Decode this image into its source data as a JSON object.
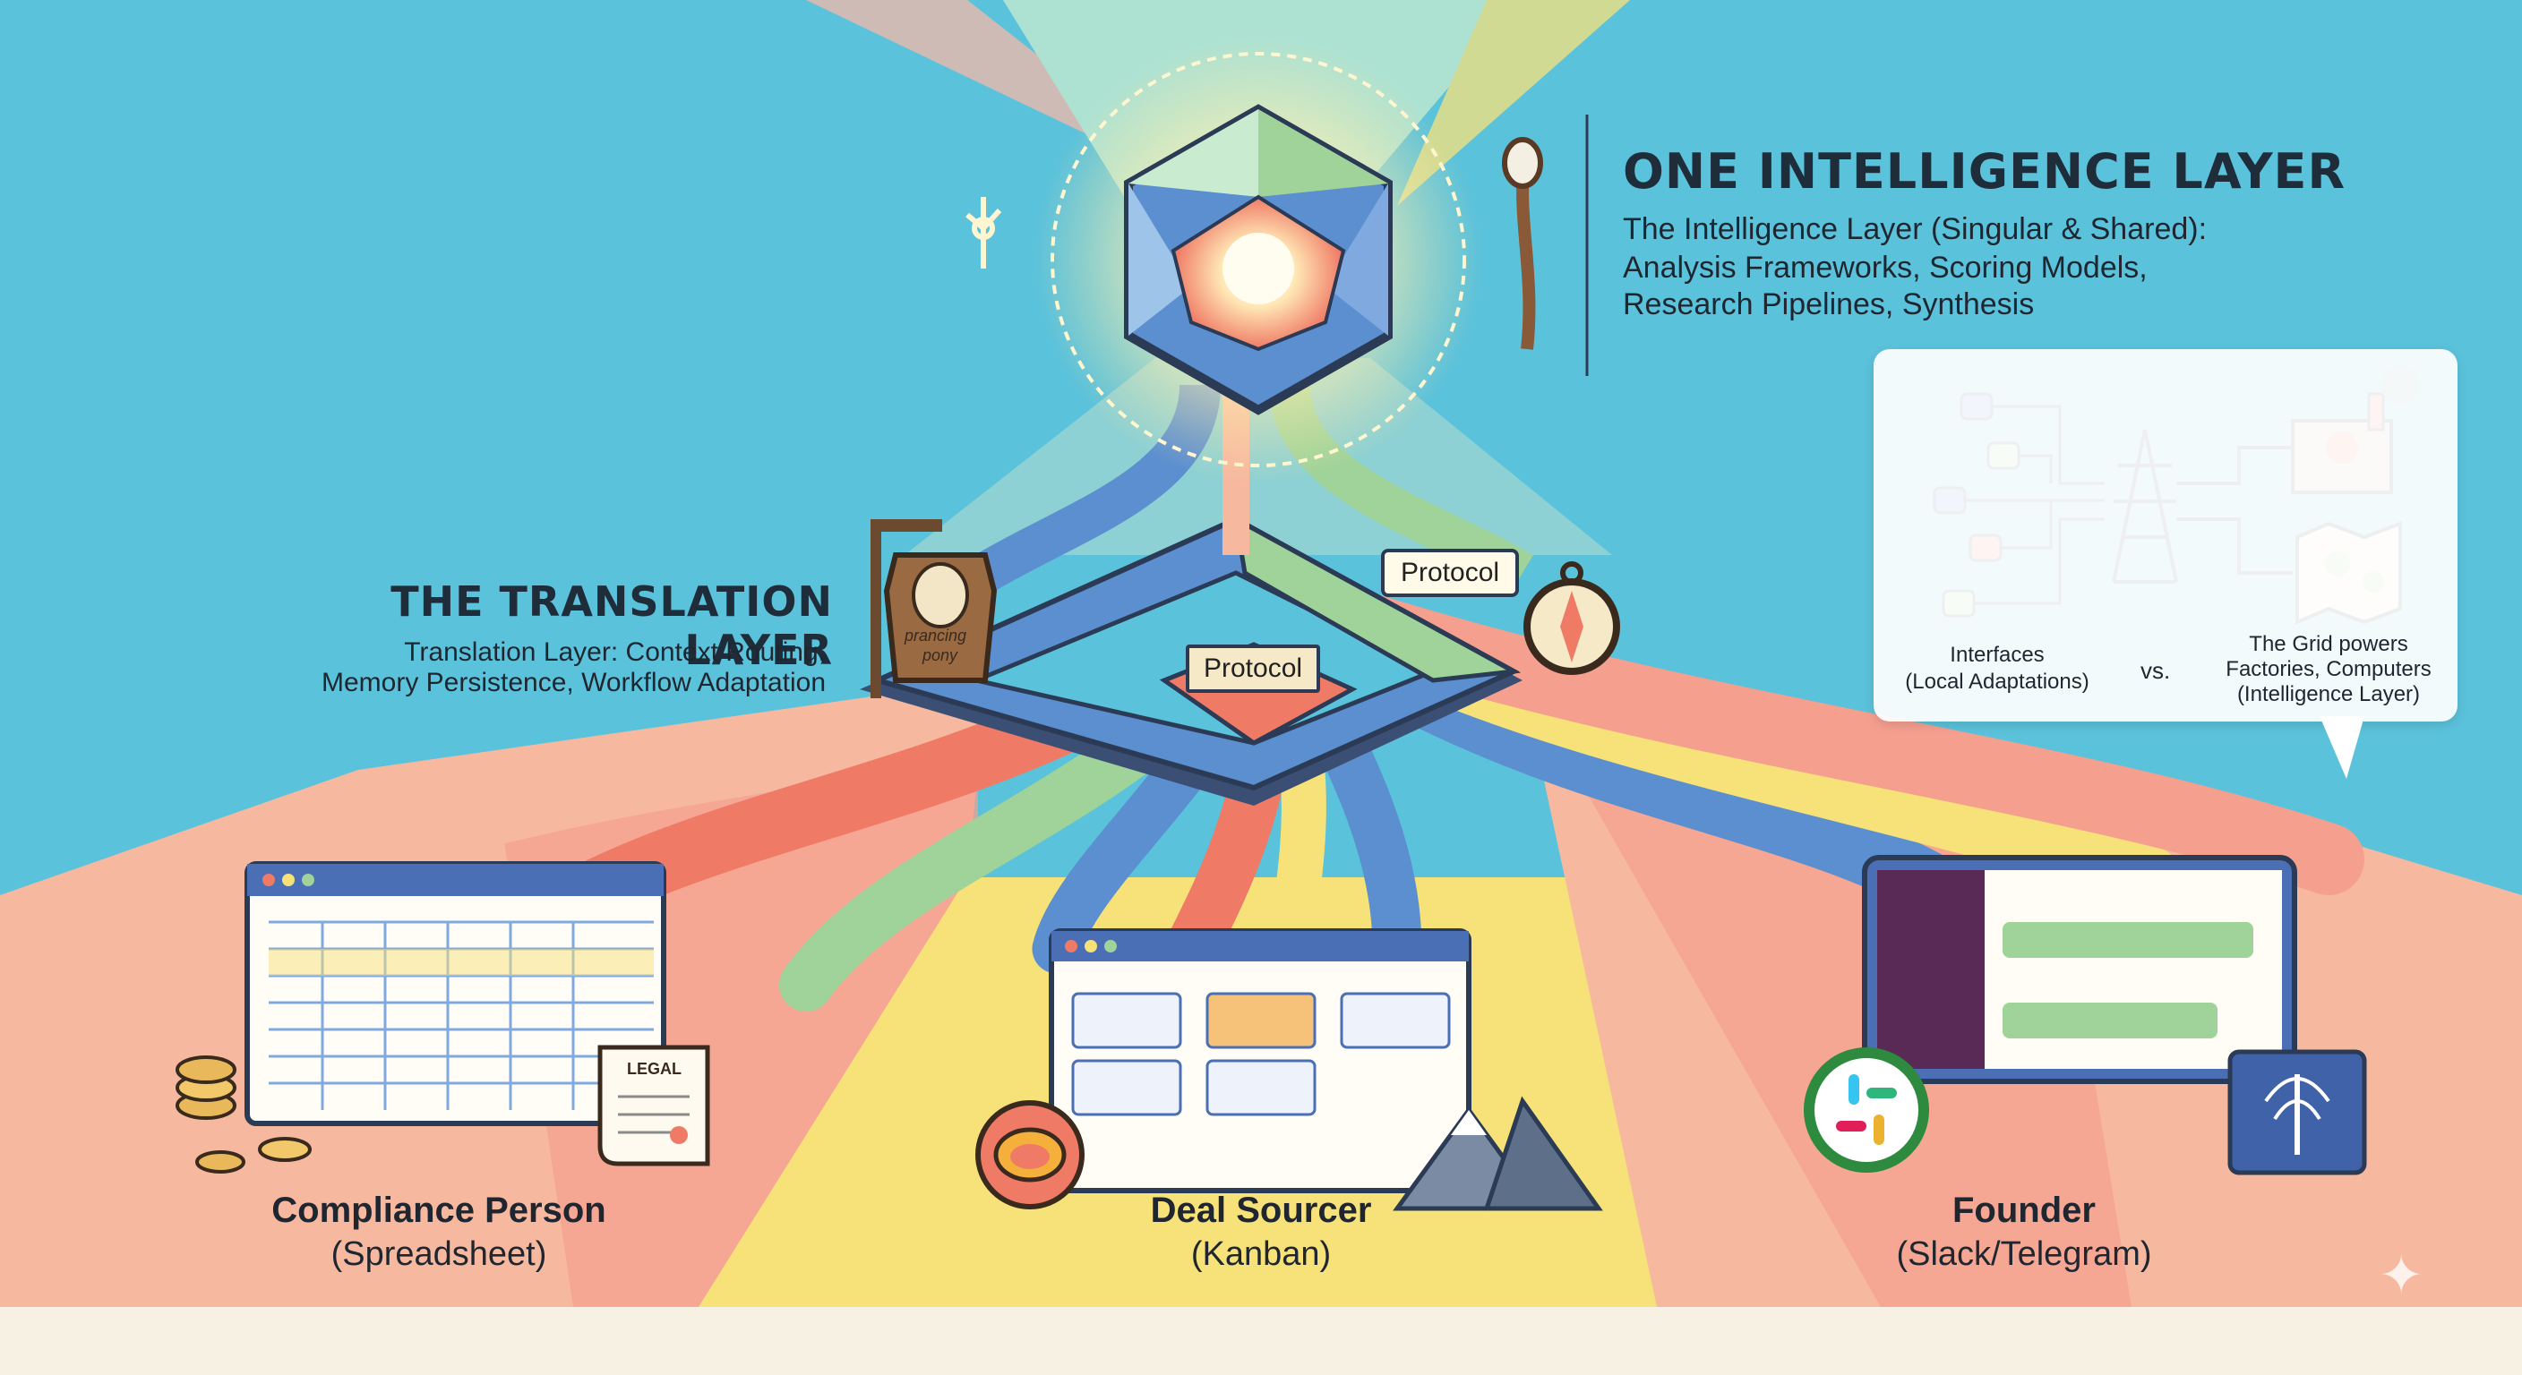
{
  "intelligence": {
    "title": "ONE INTELLIGENCE LAYER",
    "desc_line1": "The Intelligence Layer (Singular & Shared):",
    "desc_line2": "Analysis Frameworks, Scoring Models,",
    "desc_line3": "Research Pipelines, Synthesis"
  },
  "translation": {
    "title": "THE TRANSLATION LAYER",
    "desc_line1": "Translation Layer: Context Routing,",
    "desc_line2": "Memory Persistence, Workflow Adaptation"
  },
  "protocol_labels": [
    "Protocol",
    "Protocol"
  ],
  "analogy": {
    "left_line1": "Interfaces",
    "left_line2": "(Local Adaptations)",
    "vs": "vs.",
    "right_line1": "The Grid powers",
    "right_line2": "Factories, Computers",
    "right_line3": "(Intelligence Layer)"
  },
  "sign_text": [
    "prancing",
    "pony"
  ],
  "legal_label": "LEGAL",
  "personas": [
    {
      "name": "Compliance Person",
      "tool": "(Spreadsheet)"
    },
    {
      "name": "Deal Sourcer",
      "tool": "(Kanban)"
    },
    {
      "name": "Founder",
      "tool": "(Slack/Telegram)"
    }
  ],
  "colors": {
    "background": "#5bc2db",
    "blue_path": "#5b8fd0",
    "green_path": "#9fd39a",
    "red_path": "#ef7a66",
    "yellow_path": "#f7e27a",
    "peach_path": "#f6b9a0",
    "title_dark": "#1f2d3a"
  },
  "icons": [
    "gem-icon",
    "staff-icon",
    "rune-icon",
    "compass-icon",
    "coins-icon",
    "legal-scroll-icon",
    "ring-icon",
    "mountain-icon",
    "slack-icon",
    "white-tree-icon",
    "power-plug-icon",
    "pylon-icon",
    "factory-icon",
    "map-icon"
  ]
}
